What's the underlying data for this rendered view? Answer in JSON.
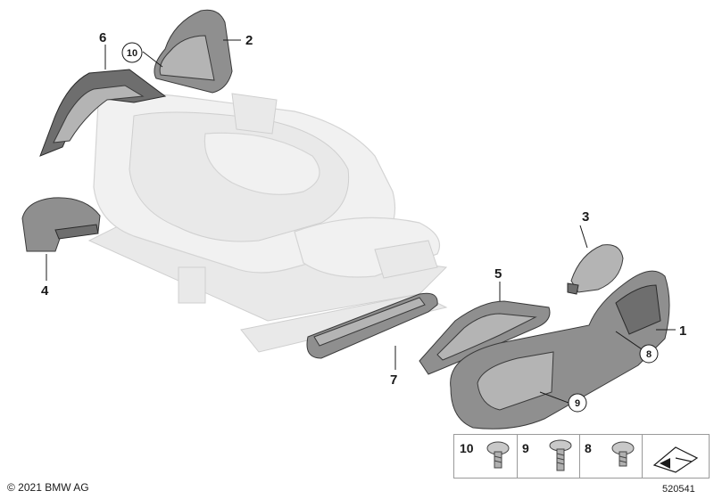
{
  "diagram": {
    "callouts": [
      "1",
      "2",
      "3",
      "4",
      "5",
      "6",
      "7"
    ],
    "circled_callouts": [
      "8",
      "9",
      "10"
    ],
    "legend": {
      "items": [
        {
          "label": "10",
          "icon": "screw-icon"
        },
        {
          "label": "9",
          "icon": "screw-icon"
        },
        {
          "label": "8",
          "icon": "screw-icon"
        }
      ],
      "symbol": "bmw-corner-symbol-icon"
    },
    "copyright": "© 2021 BMW AG",
    "doc_number": "520541"
  }
}
